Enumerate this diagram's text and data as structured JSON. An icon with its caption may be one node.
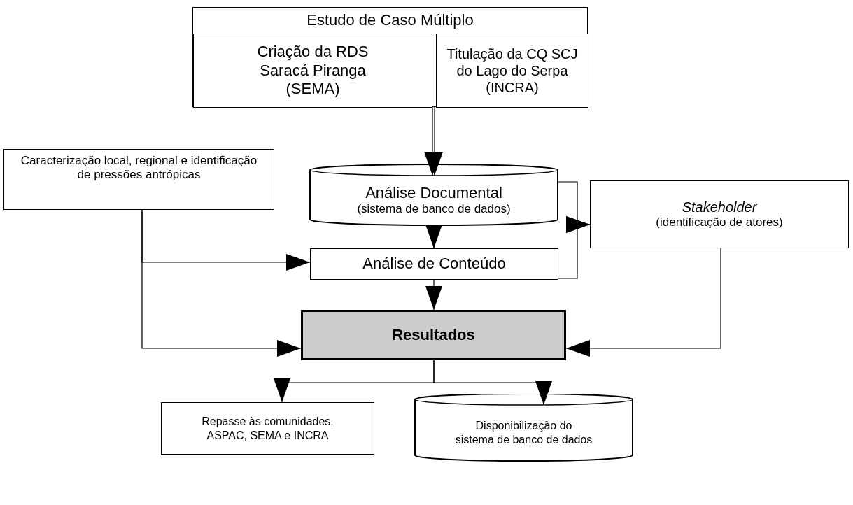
{
  "diagram": {
    "nodes": [
      {
        "text": [
          "Estudo de Caso Múltiplo"
        ]
      },
      {
        "text": [
          "Criação da RDS Saracá Piranga (SEMA)"
        ],
        "in": 0
      },
      {
        "text": [
          "Titulação da CQ SCJ do Lago do Serpa (INCRA)"
        ],
        "in": 0
      },
      {
        "text": [
          "Caracterização local, regional e identificação de pressões antrópicas"
        ]
      },
      {
        "text": [
          "Análise Documental",
          "(sistema de banco de dados)"
        ]
      },
      {
        "text": [
          "Stakeholder",
          "(identificação de atores)"
        ]
      },
      {
        "text": [
          "Análise de Conteúdo"
        ]
      },
      {
        "text": [
          "Resultados"
        ]
      },
      {
        "text": [
          "Repasse às comunidades, ASPAC, SEMA e INCRA"
        ]
      },
      {
        "text": [
          "Disponibilização do sistema de banco de dados"
        ]
      }
    ],
    "edges": [
      {
        "from": 1,
        "to": 4,
        "arrow": "to"
      },
      {
        "from": 2,
        "to": 4,
        "arrow": "to"
      },
      {
        "from": 4,
        "to": 6,
        "arrow": "to"
      },
      {
        "from": 3,
        "to": 6,
        "arrow": "to"
      },
      {
        "from": 3,
        "to": 7,
        "arrow": "to"
      },
      {
        "from": 4,
        "to": 5,
        "arrow": "to"
      },
      {
        "from": 6,
        "to": 5,
        "arrow": "to"
      },
      {
        "from": 6,
        "to": 7,
        "arrow": "to"
      },
      {
        "from": 5,
        "to": 7,
        "arrow": "to"
      },
      {
        "from": 7,
        "to": 8,
        "arrow": "to"
      },
      {
        "from": 7,
        "to": 9,
        "arrow": "to"
      }
    ]
  }
}
